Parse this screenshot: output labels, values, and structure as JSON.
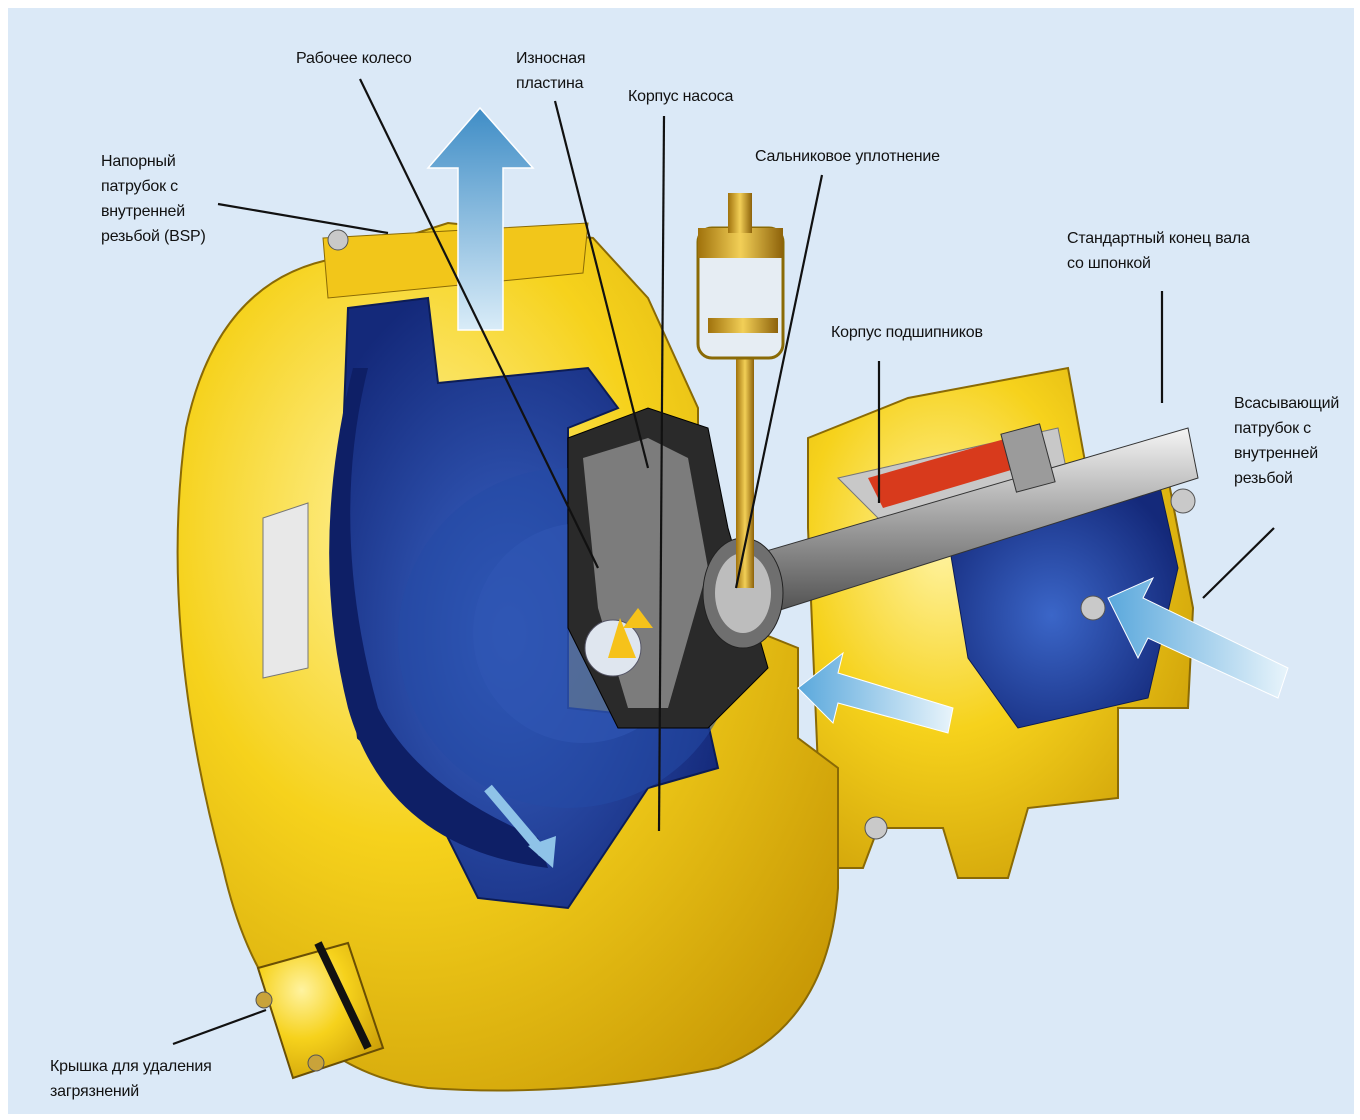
{
  "labels": {
    "impeller": "Рабочее колесо",
    "wear_plate": "Износная\nпластина",
    "pump_body": "Корпус насоса",
    "discharge": "Напорный\nпатрубок с\nвнутренней\nрезьбой (BSP)",
    "gland_seal": "Сальниковое уплотнение",
    "shaft_end": "Стандартный конец вала\nсо шпонкой",
    "bearing_housing": "Корпус подшипников",
    "suction": "Всасывающий\nпатрубок с\nвнутренней\nрезьбой",
    "cleanout_cover": "Крышка для удаления\nзагрязнений"
  },
  "colors": {
    "background": "#dbe9f7",
    "housing_yellow": "#f5cf1e",
    "cavity_blue": "#1f3d9c",
    "flow_arrow": "#5a9fd0"
  }
}
